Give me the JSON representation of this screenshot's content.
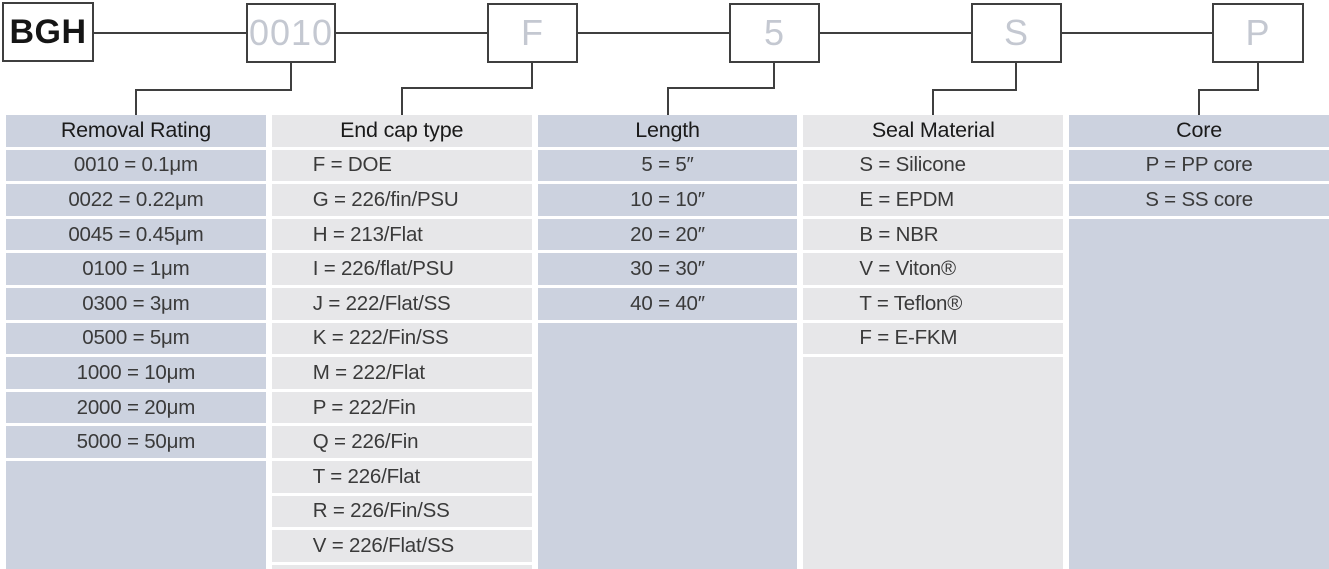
{
  "part_code": {
    "prefix": "BGH",
    "segments": [
      "0010",
      "F",
      "5",
      "S",
      "P"
    ]
  },
  "columns": [
    {
      "header": "Removal Rating",
      "rows": [
        "0010 = 0.1μm",
        "0022 = 0.22μm",
        "0045 = 0.45μm",
        "0100 = 1μm",
        "0300 = 3μm",
        "0500 = 5μm",
        "1000 = 10μm",
        "2000 = 20μm",
        "5000 = 50μm"
      ]
    },
    {
      "header": "End cap type",
      "rows": [
        "F = DOE",
        "G = 226/fin/PSU",
        "H = 213/Flat",
        "I = 226/flat/PSU",
        "J = 222/Flat/SS",
        "K = 222/Fin/SS",
        "M = 222/Flat",
        "P = 222/Fin",
        "Q = 226/Fin",
        "T = 226/Flat",
        "R = 226/Fin/SS",
        "V = 226/Flat/SS"
      ]
    },
    {
      "header": "Length",
      "rows": [
        "5 = 5″",
        "10 = 10″",
        "20 = 20″",
        "30 = 30″",
        "40 = 40″"
      ]
    },
    {
      "header": "Seal Material",
      "rows": [
        "S = Silicone",
        "E = EPDM",
        "B = NBR",
        "V = Viton®",
        "T = Teflon®",
        "F = E-FKM"
      ]
    },
    {
      "header": "Core",
      "rows": [
        "P = PP core",
        "S = SS core"
      ]
    }
  ],
  "colors": {
    "lavender_cell": "#ccd2df",
    "gray_cell": "#e7e7e9",
    "line": "#3f3f3f",
    "box_letter": "#c4c8d1",
    "text": "#3a3a3a"
  }
}
